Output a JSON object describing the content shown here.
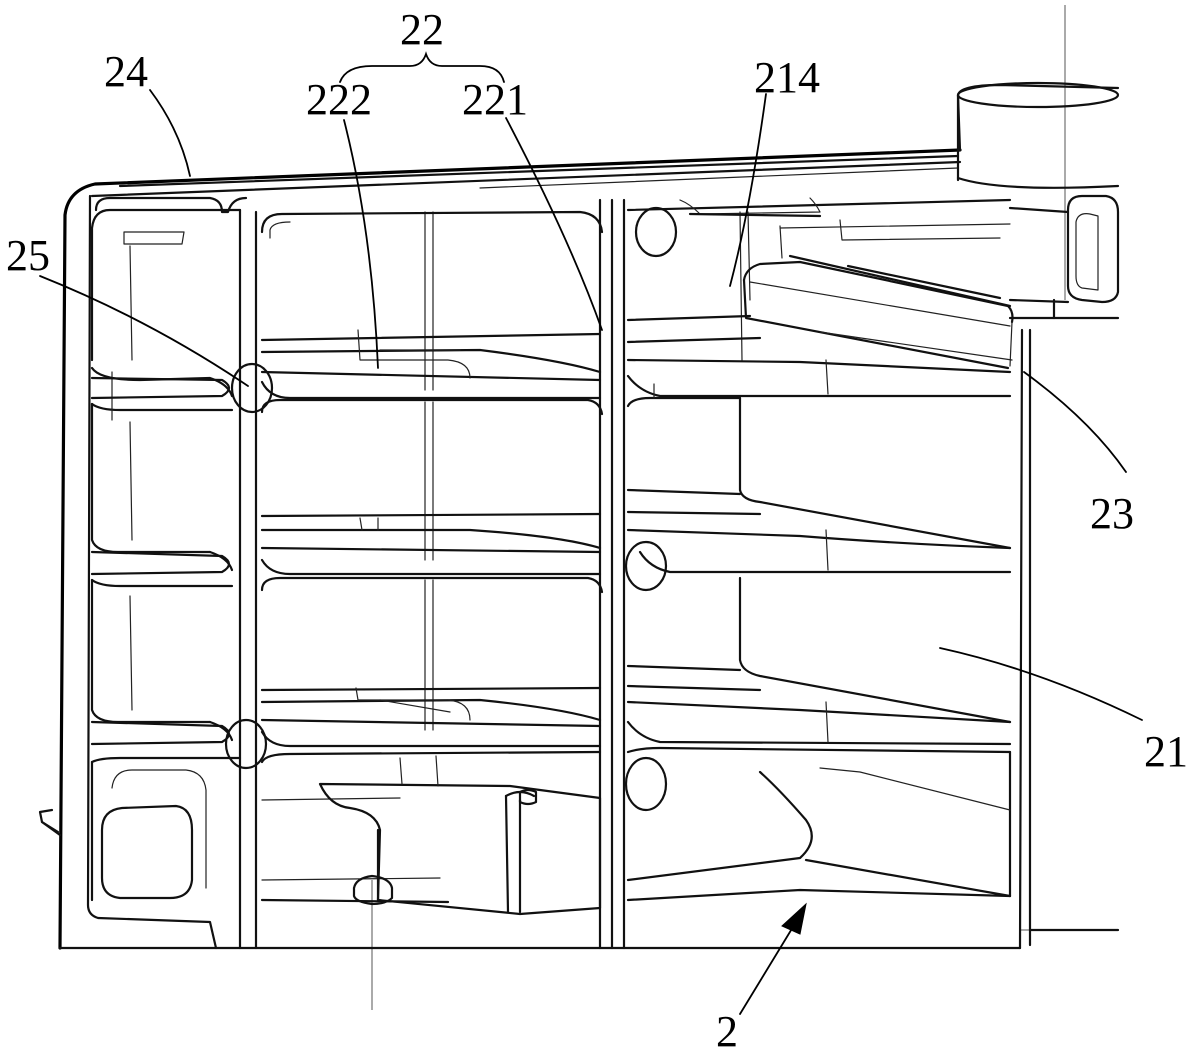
{
  "figure": {
    "labels": {
      "group_22": "22",
      "label_24": "24",
      "label_222": "222",
      "label_221": "221",
      "label_214": "214",
      "label_25": "25",
      "label_23": "23",
      "label_21": "21",
      "label_2": "2"
    }
  }
}
